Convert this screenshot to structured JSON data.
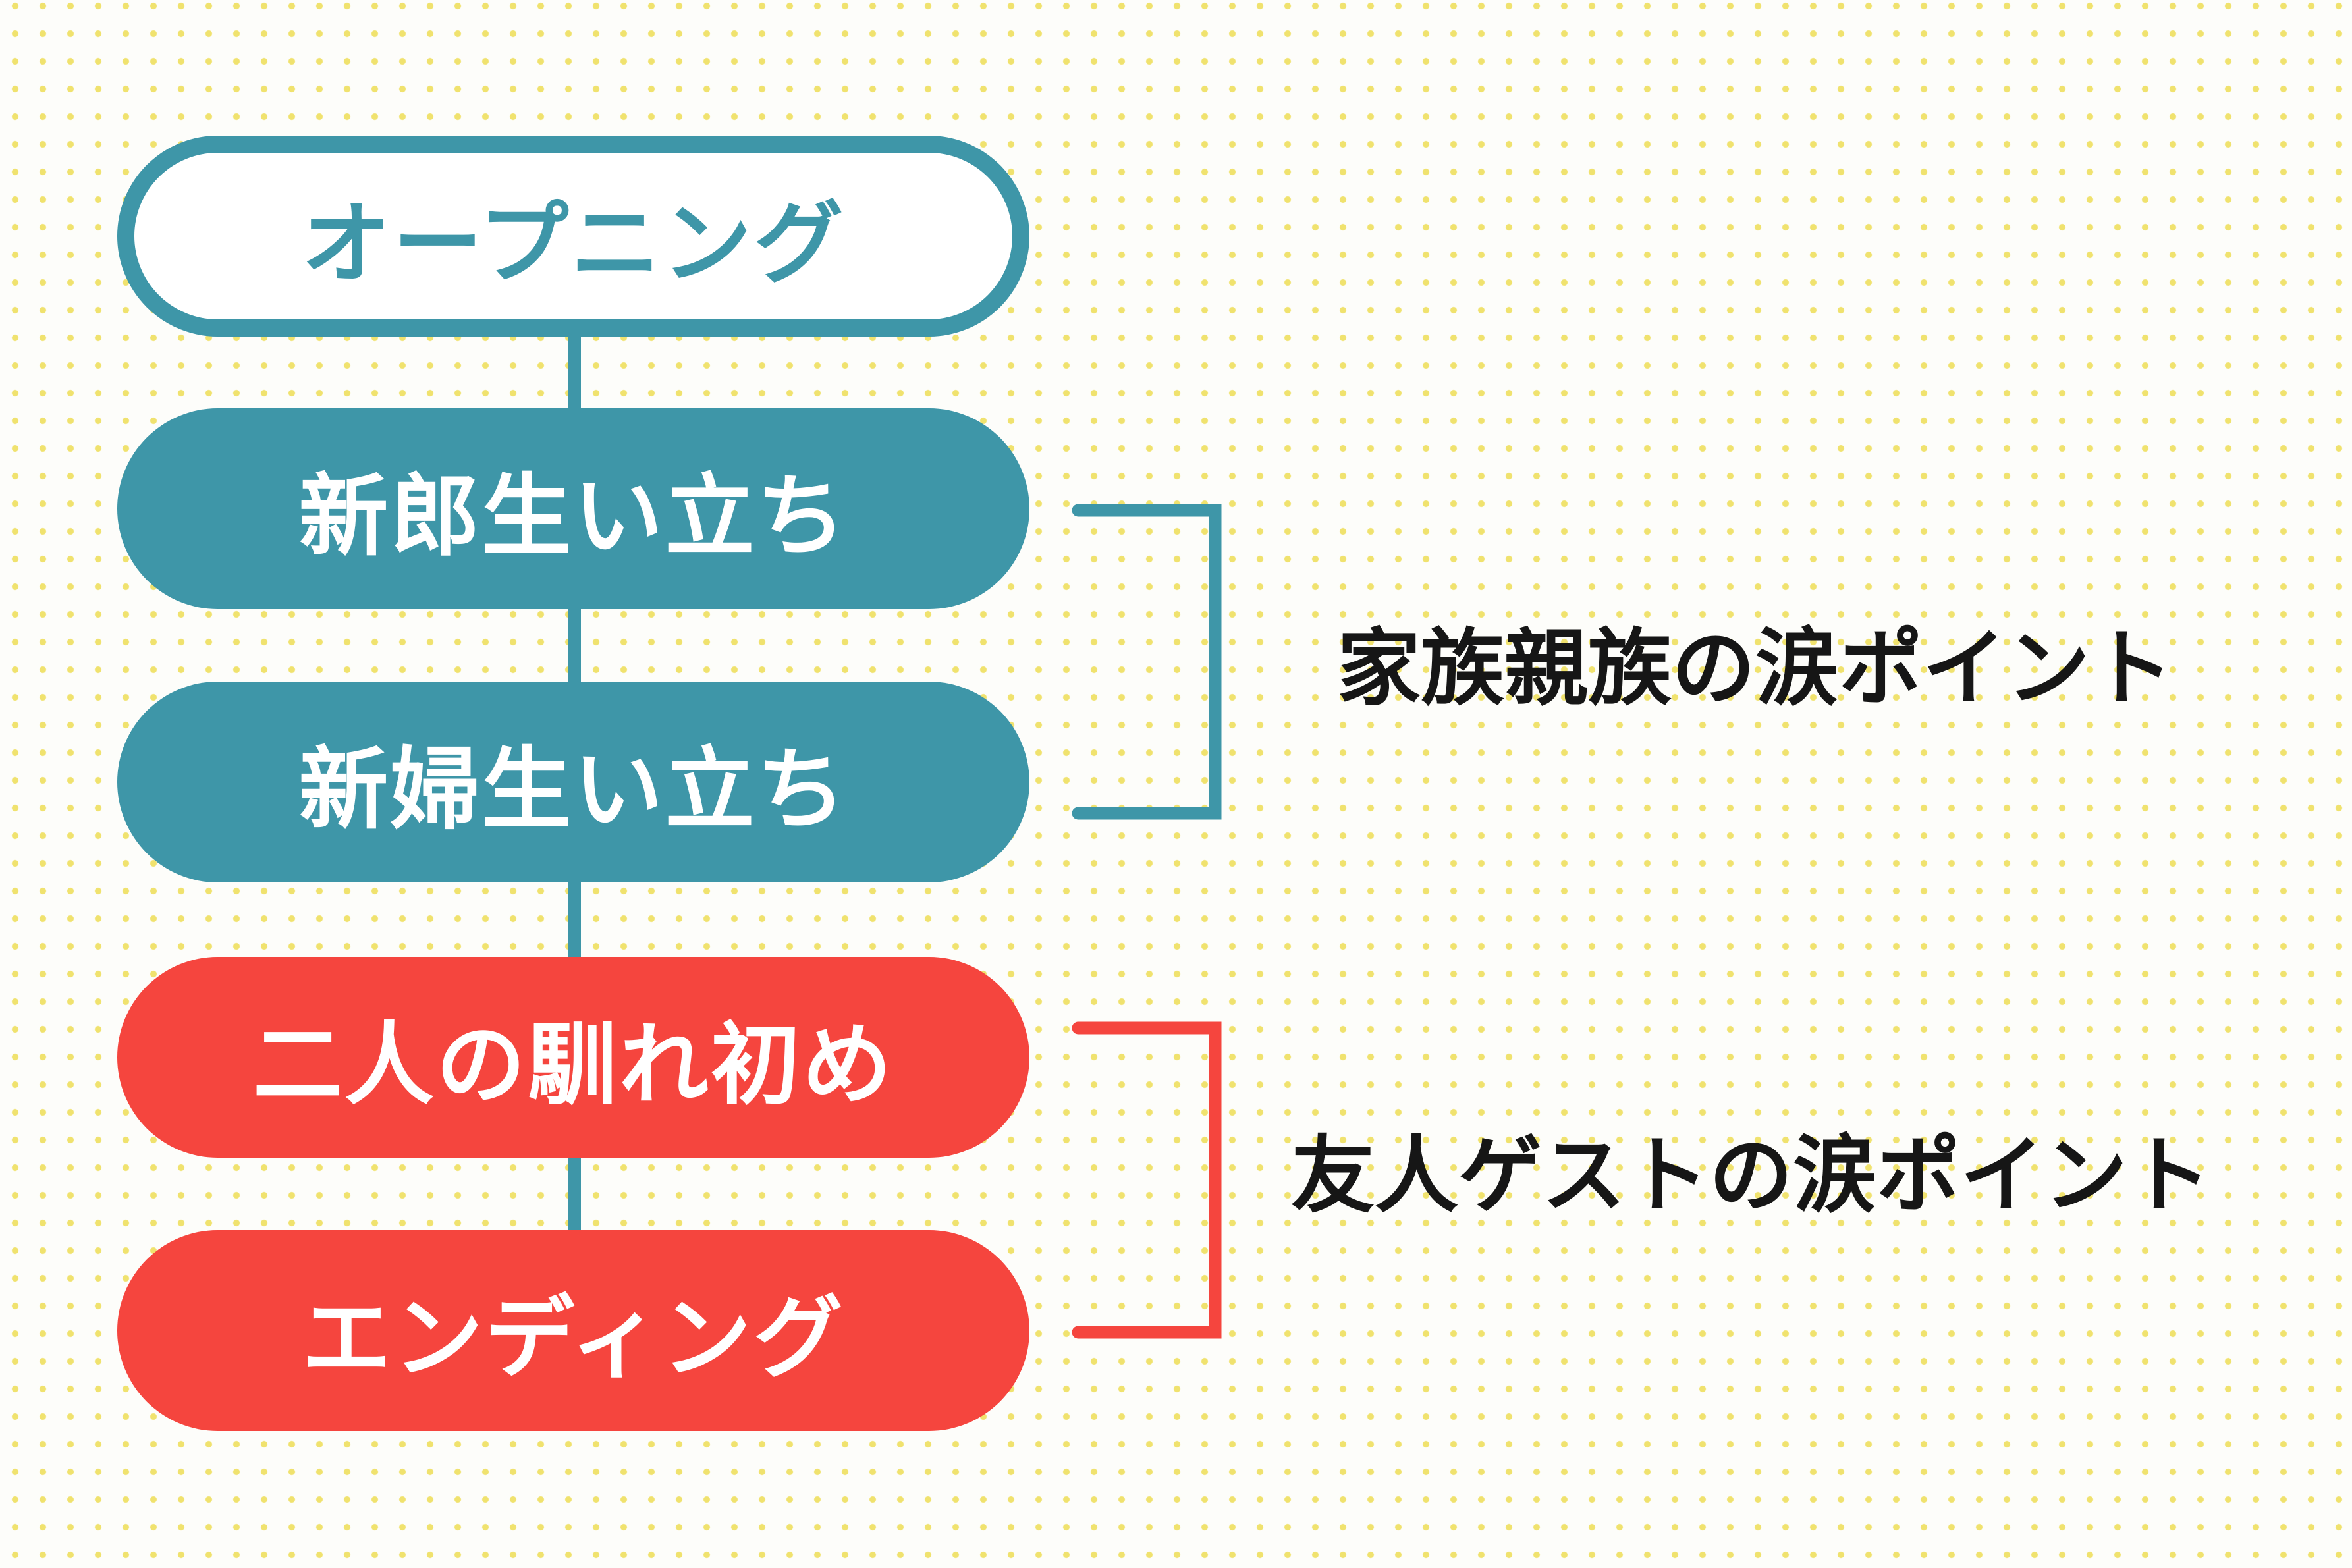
{
  "colors": {
    "teal": "#3e96a8",
    "red": "#f5453e",
    "ink": "#161616",
    "white": "#ffffff",
    "dot": "#f0e26e",
    "bg": "#fdfdfa"
  },
  "flow": {
    "steps": [
      {
        "label": "オープニング",
        "style": "outline"
      },
      {
        "label": "新郎生い立ち",
        "style": "teal"
      },
      {
        "label": "新婦生い立ち",
        "style": "teal"
      },
      {
        "label": "二人の馴れ初め",
        "style": "red"
      },
      {
        "label": "エンディング",
        "style": "red"
      }
    ]
  },
  "annotations": [
    {
      "label": "家族親族の涙ポイント",
      "bracket_color": "teal",
      "spans_steps": [
        1,
        2
      ]
    },
    {
      "label": "友人ゲストの涙ポイント",
      "bracket_color": "red",
      "spans_steps": [
        3,
        4
      ]
    }
  ]
}
